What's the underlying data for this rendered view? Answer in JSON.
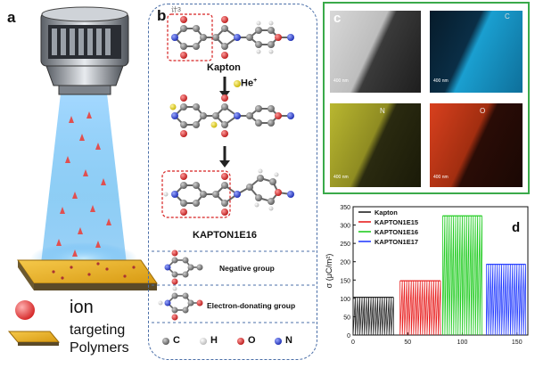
{
  "panels": {
    "a": {
      "label": "a",
      "ion_label": "ion",
      "polymer_label_1": "targeting",
      "polymer_label_2": "Polymers"
    },
    "b": {
      "label": "b",
      "corner_text": "计3",
      "kapton_label": "Kapton",
      "he_label": "He",
      "he_sup": "+",
      "product_label": "KAPTON1E16",
      "negative_group": "Negative group",
      "donating_group": "Electron-donating group",
      "atom_legend": [
        {
          "symbol": "C",
          "color": "#808080"
        },
        {
          "symbol": "H",
          "color": "#e0e0e0"
        },
        {
          "symbol": "O",
          "color": "#d62020"
        },
        {
          "symbol": "N",
          "color": "#2040d0"
        }
      ]
    },
    "c": {
      "label": "c",
      "maps": [
        {
          "element": "",
          "color": "#9a9a9a"
        },
        {
          "element": "C",
          "color": "#1a9fd0"
        },
        {
          "element": "N",
          "color": "#b9b730"
        },
        {
          "element": "O",
          "color": "#d8401e"
        }
      ],
      "scale_text": "400 nm"
    },
    "d": {
      "label": "d"
    }
  },
  "chart_data": {
    "type": "line",
    "title": "",
    "xlabel": "",
    "ylabel": "σ (μC/m²)",
    "ylim": [
      0,
      350
    ],
    "yticks": [
      0,
      50,
      100,
      150,
      200,
      250,
      300,
      350
    ],
    "xlim": [
      0,
      160
    ],
    "xticks": [
      0,
      50,
      100,
      150
    ],
    "series": [
      {
        "name": "Kapton",
        "color": "#222222",
        "level": 103,
        "x_range": [
          0,
          37
        ]
      },
      {
        "name": "KAPTON1E15",
        "color": "#e82020",
        "level": 148,
        "x_range": [
          43,
          80
        ]
      },
      {
        "name": "KAPTON1E16",
        "color": "#22cc22",
        "level": 325,
        "x_range": [
          82,
          118
        ]
      },
      {
        "name": "KAPTON1E17",
        "color": "#2840ff",
        "level": 193,
        "x_range": [
          122,
          158
        ]
      }
    ]
  }
}
